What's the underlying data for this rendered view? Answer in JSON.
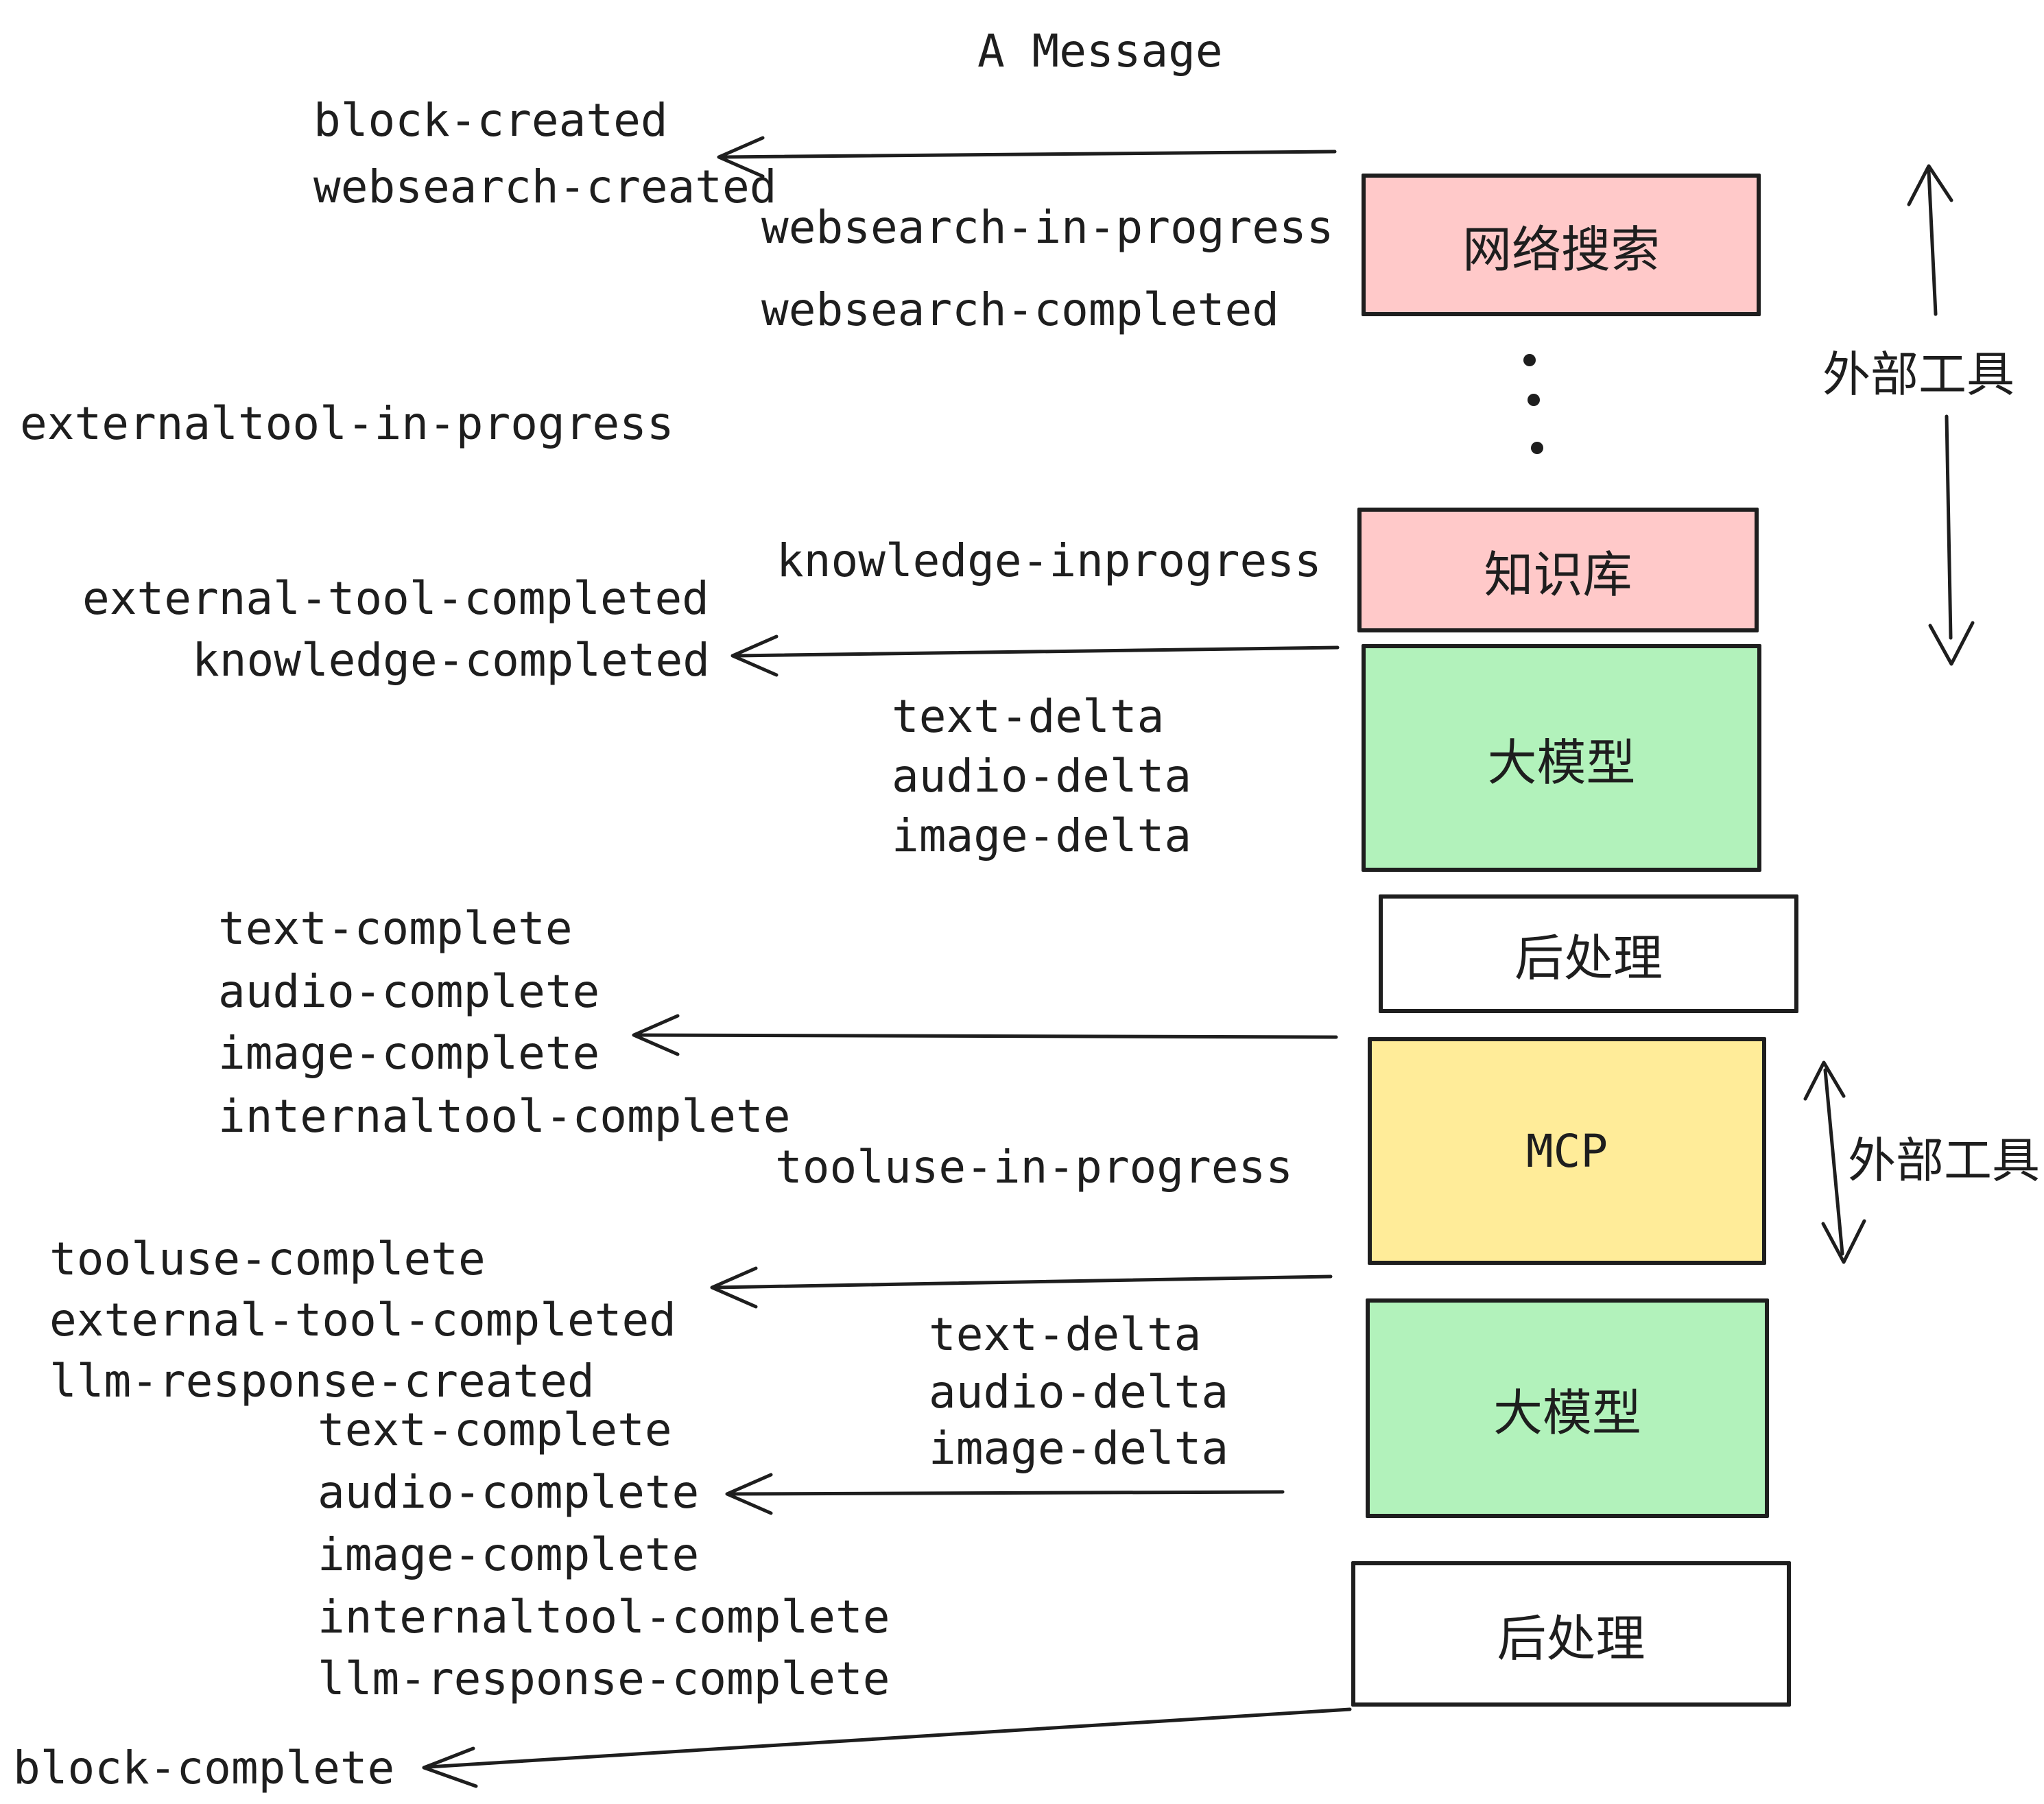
{
  "title": "A Message",
  "events": [
    "block-created",
    "websearch-created",
    "websearch-in-progress",
    "websearch-completed",
    "externaltool-in-progress",
    "knowledge-inprogress",
    "external-tool-completed",
    "knowledge-completed",
    "text-delta",
    "audio-delta",
    "image-delta",
    "text-complete",
    "audio-complete",
    "image-complete",
    "internaltool-complete",
    "tooluse-in-progress",
    "tooluse-complete",
    "external-tool-completed",
    "llm-response-created",
    "text-complete",
    "audio-complete",
    "image-complete",
    "internaltool-complete",
    "llm-response-complete",
    "block-complete"
  ],
  "boxes": [
    {
      "id": "websearch",
      "label": "网络搜索",
      "fill": "#ffc9c9"
    },
    {
      "id": "knowledge",
      "label": "知识库",
      "fill": "#ffc9c9"
    },
    {
      "id": "llm-1",
      "label": "大模型",
      "fill": "#b2f2bb"
    },
    {
      "id": "postprocess-1",
      "label": "后处理",
      "fill": "#ffffff"
    },
    {
      "id": "mcp",
      "label": "MCP",
      "fill": "#ffec99"
    },
    {
      "id": "llm-2",
      "label": "大模型",
      "fill": "#b2f2bb"
    },
    {
      "id": "postprocess-2",
      "label": "后处理",
      "fill": "#ffffff"
    }
  ],
  "side_labels": [
    "外部工具",
    "外部工具"
  ],
  "icons": {
    "ellipsis_dots": "vertical-ellipsis",
    "arrowheads": "open-chevron"
  },
  "theme": {
    "ink": "#1e1e1e",
    "background": "#ffffff",
    "pink": "#ffc9c9",
    "green": "#b2f2bb",
    "yellow": "#ffec99",
    "white": "#ffffff"
  }
}
